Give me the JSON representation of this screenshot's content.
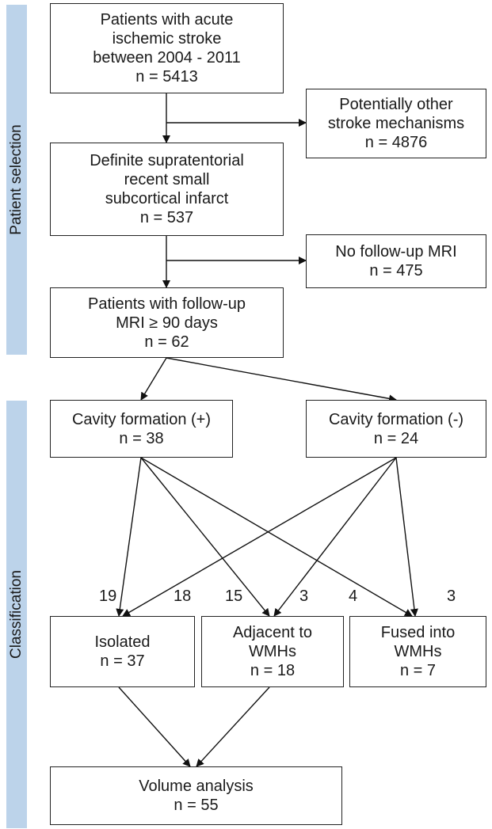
{
  "sections": {
    "patient_selection": "Patient selection",
    "classification": "Classification"
  },
  "boxes": {
    "acute": [
      "Patients with acute",
      "ischemic stroke",
      "between 2004 - 2011",
      "n = 5413"
    ],
    "other": [
      "Potentially other",
      "stroke mechanisms",
      "n = 4876"
    ],
    "definite": [
      "Definite supratentorial",
      "recent small",
      "subcortical infarct",
      "n = 537"
    ],
    "nofollow": [
      "No follow-up MRI",
      "n = 475"
    ],
    "followup": [
      "Patients with follow-up",
      "MRI ≥ 90 days",
      "n = 62"
    ],
    "cavity_pos": [
      "Cavity formation (+)",
      "n = 38"
    ],
    "cavity_neg": [
      "Cavity formation (-)",
      "n = 24"
    ],
    "isolated": [
      "Isolated",
      "n = 37"
    ],
    "adjacent": [
      "Adjacent to",
      "WMHs",
      "n = 18"
    ],
    "fused": [
      "Fused into",
      "WMHs",
      "n = 7"
    ],
    "volume": [
      "Volume analysis",
      "n = 55"
    ]
  },
  "edge_labels": [
    "19",
    "18",
    "15",
    "3",
    "4",
    "3"
  ]
}
